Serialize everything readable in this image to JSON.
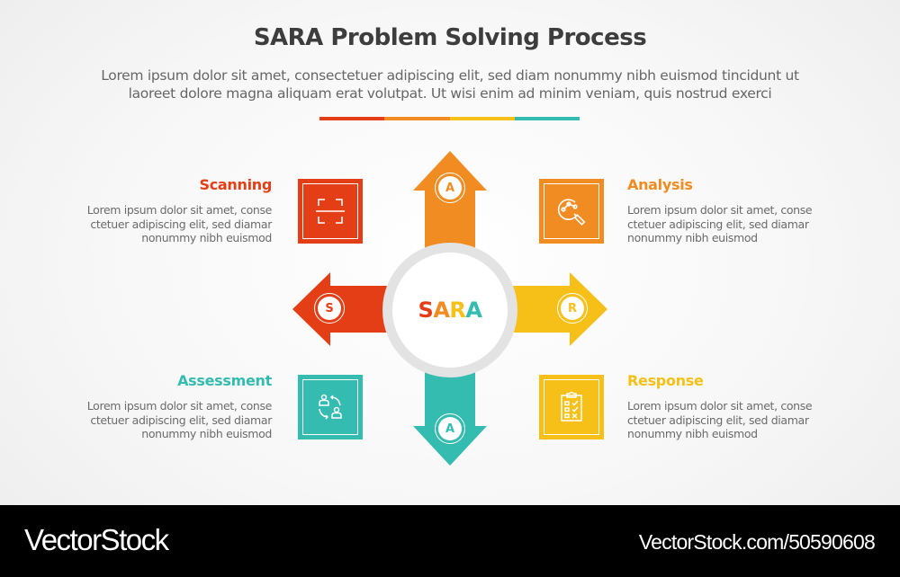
{
  "header": {
    "title": "SARA Problem Solving Process",
    "intro_lines": [
      "Lorem ipsum dolor sit amet, consectetuer adipiscing elit, sed diam nonummy nibh euismod tincidunt ut",
      "laoreet dolore magna aliquam erat volutpat. Ut wisi enim ad minim veniam, quis nostrud exerci"
    ],
    "divider_colors": [
      "#e43e16",
      "#f08c22",
      "#f6c019",
      "#35bcb0"
    ]
  },
  "colors": {
    "scanning": "#e43e16",
    "analysis": "#f08c22",
    "response": "#f6c019",
    "assessment": "#35bcb0",
    "hub_ring": "#e3e3e3",
    "body_text": "#6b6b6b",
    "title_text": "#3d3d3d"
  },
  "hub": {
    "letters": [
      {
        "char": "S",
        "color": "#e43e16"
      },
      {
        "char": "A",
        "color": "#f08c22"
      },
      {
        "char": "R",
        "color": "#f6c019"
      },
      {
        "char": "A",
        "color": "#35bcb0"
      }
    ]
  },
  "arrows": {
    "left": {
      "letter": "S",
      "color": "#e43e16"
    },
    "up": {
      "letter": "A",
      "color": "#f08c22"
    },
    "right": {
      "letter": "R",
      "color": "#f6c019"
    },
    "down": {
      "letter": "A",
      "color": "#35bcb0"
    }
  },
  "blocks": {
    "scanning": {
      "title": "Scanning",
      "icon": "scan-frame-icon",
      "lines": [
        "Lorem ipsum dolor sit amet, conse",
        "ctetuer adipiscing elit, sed diamar",
        "nonummy nibh euismod"
      ]
    },
    "analysis": {
      "title": "Analysis",
      "icon": "magnify-graph-icon",
      "lines": [
        "Lorem ipsum dolor sit amet, conse",
        "ctetuer adipiscing elit, sed diamar",
        "nonummy nibh euismod"
      ]
    },
    "assessment": {
      "title": "Assessment",
      "icon": "people-exchange-icon",
      "lines": [
        "Lorem ipsum dolor sit amet, conse",
        "ctetuer adipiscing elit, sed diamar",
        "nonummy nibh euismod"
      ]
    },
    "response": {
      "title": "Response",
      "icon": "clipboard-checklist-icon",
      "lines": [
        "Lorem ipsum dolor sit amet, conse",
        "ctetuer adipiscing elit, sed diamar",
        "nonummy nibh euismod"
      ]
    }
  },
  "footer": {
    "brand": "VectorStock",
    "reference": "VectorStock.com/50590608"
  }
}
